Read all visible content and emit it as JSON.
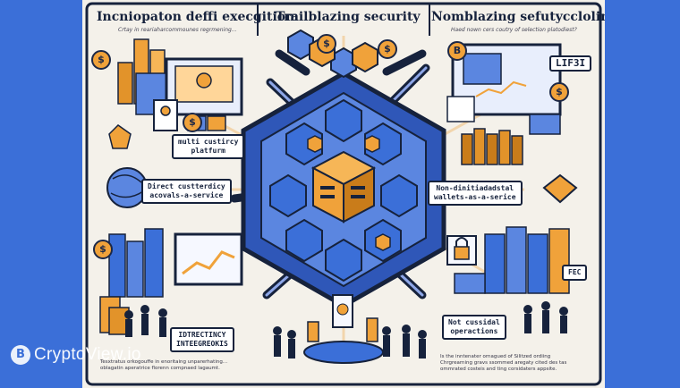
{
  "titles": {
    "left": "Incniopaton deffi execgitiom",
    "center": "Trailblazing security",
    "right": "Nomblazing sefutycclolin"
  },
  "subtitles": {
    "left": "Crtay in reariaharcommounes regrmening...",
    "right": "Haed nown cers coutry of selection platodiest?"
  },
  "labels": {
    "multi_custody": "multi custircy\nplatfurm",
    "direct_custody": "Direct custterdicy\nacovals-a-service",
    "non_custodial": "Non-dinitiadadstal\nwallets-as-a-serice",
    "not_custodial": "Not cussidal\noperactions",
    "interoperability": "IDTRECTINCY\nINTEEGREOKIS",
    "sign_top": "LIF3I",
    "sign_bottom": "FEC"
  },
  "notes": {
    "bottom_left": "Tesxtratus orkogouffe in enoritaing unparerhating...\noblagatin aperatrice florenn compnaed lagaumt.",
    "bottom_right": "Is the inntenater ornagued of Silitzed ordiing\nChrgrearning gravs ssommed aregaty cited des tas\nommrated costeis and ting corsidaters appsite."
  },
  "coin_symbols": {
    "dollar": "$",
    "bitcoin": "B"
  },
  "watermark": {
    "logo": "B",
    "text": "CryptoView.io"
  },
  "colors": {
    "background_blue": "#3b6fd8",
    "navy": "#16223c",
    "orange": "#f0a23a",
    "cream": "#f4f1ea"
  }
}
